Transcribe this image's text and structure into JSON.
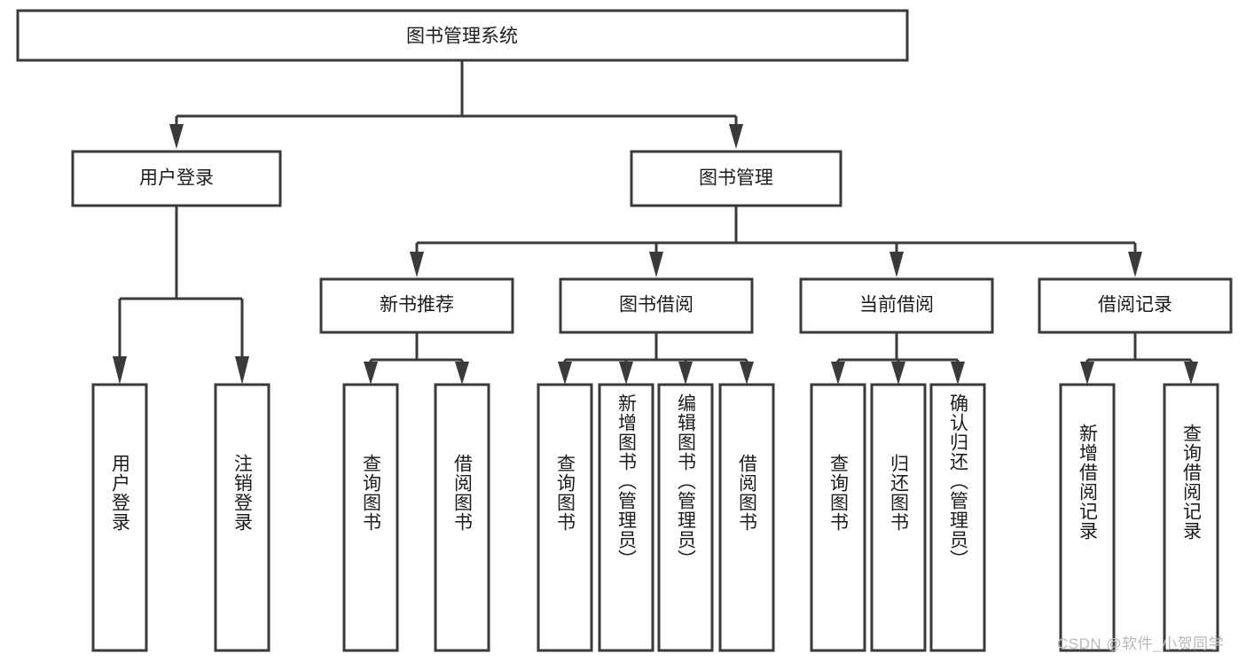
{
  "diagram": {
    "title": "图书管理系统",
    "watermark": "CSDN @软件_小贺同学",
    "accent_color": "#3a3a3c",
    "box_fill": "#ffffff",
    "text_color": "#1c1c1c",
    "levels": {
      "root": {
        "label": "图书管理系统"
      },
      "level2": [
        {
          "label": "用户登录"
        },
        {
          "label": "图书管理"
        }
      ],
      "level3": [
        {
          "label": "新书推荐"
        },
        {
          "label": "图书借阅"
        },
        {
          "label": "当前借阅"
        },
        {
          "label": "借阅记录"
        }
      ],
      "leaves": {
        "user_login": [
          {
            "label": "用户登录"
          },
          {
            "label": "注销登录"
          }
        ],
        "new_book_recommend": [
          {
            "label": "查询图书"
          },
          {
            "label": "借阅图书"
          }
        ],
        "book_borrow": [
          {
            "label": "查询图书"
          },
          {
            "label": "新增图书（管理员）"
          },
          {
            "label": "编辑图书（管理员）"
          },
          {
            "label": "借阅图书"
          }
        ],
        "current_borrow": [
          {
            "label": "查询图书"
          },
          {
            "label": "归还图书"
          },
          {
            "label": "确认归还（管理员）"
          }
        ],
        "borrow_record": [
          {
            "label": "新增借阅记录"
          },
          {
            "label": "查询借阅记录"
          }
        ]
      }
    }
  }
}
